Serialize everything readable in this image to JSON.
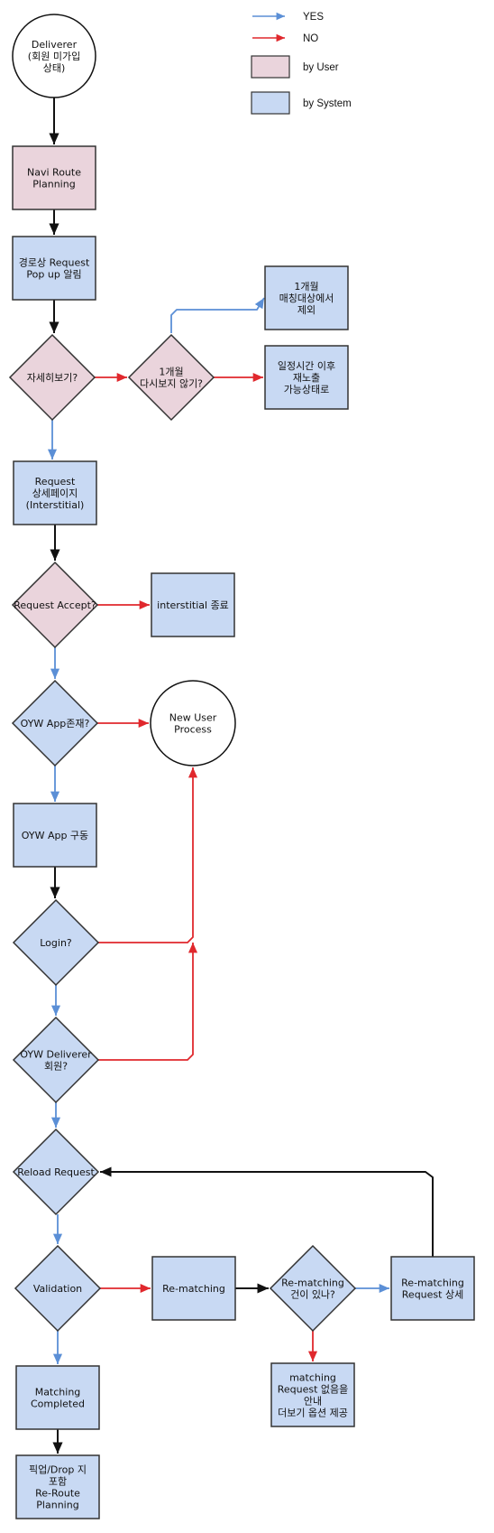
{
  "colors": {
    "yes": "#5b8fd6",
    "no": "#e0282d",
    "flow": "#111111",
    "user_fill": "#ead4dc",
    "system_fill": "#c8d9f3",
    "stroke": "#333333"
  },
  "legend": {
    "yes": "YES",
    "no": "NO",
    "user": "by User",
    "system": "by System"
  },
  "nodes": {
    "start": [
      "Deliverer",
      "(회원 미가입",
      "상태)"
    ],
    "navi": [
      "Navi Route",
      "Planning"
    ],
    "popup": [
      "경로상 Request",
      "Pop up 알림"
    ],
    "detail_q": [
      "자세히보기?"
    ],
    "month_q": [
      "1개월",
      "다시보지 않기?"
    ],
    "exclude": [
      "1개월",
      "매칭대상에서",
      "제외"
    ],
    "reexpose": [
      "일정시간 이후",
      "재노출",
      "가능상태로"
    ],
    "interstitial": [
      "Request",
      "상세페이지",
      "(Interstitial)"
    ],
    "accept_q": [
      "Request Accept?"
    ],
    "interstitial_end": [
      "interstitial 종료"
    ],
    "app_exists_q": [
      "OYW App존재?"
    ],
    "new_user": [
      "New User",
      "Process"
    ],
    "app_run": [
      "OYW App 구동"
    ],
    "login_q": [
      "Login?"
    ],
    "member_q": [
      "OYW Deliverer",
      "회원?"
    ],
    "reload_q": [
      "Reload Request"
    ],
    "validation_q": [
      "Validation"
    ],
    "rematching": [
      "Re-matching"
    ],
    "rematch_exists_q": [
      "Re-matching",
      "건이 있나?"
    ],
    "rematch_detail": [
      "Re-matching",
      "Request 상세"
    ],
    "no_match": [
      "matching",
      "Request 없음을",
      "안내",
      "더보기 옵션 제공"
    ],
    "matched": [
      "Matching",
      "Completed"
    ],
    "pickup": [
      "픽업/Drop 지",
      "포함",
      "Re-Route",
      "Planning"
    ]
  }
}
